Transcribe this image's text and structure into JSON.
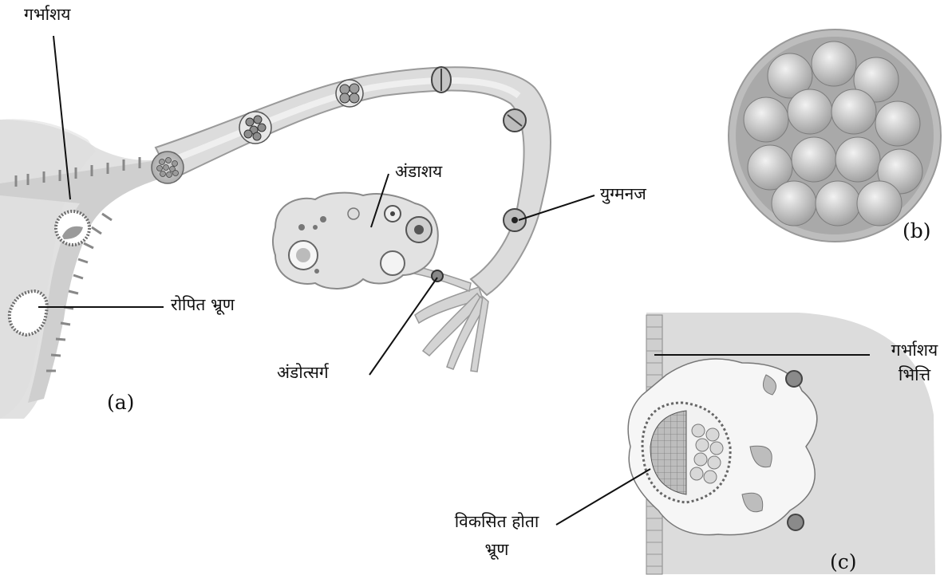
{
  "labels": {
    "uterus_top": "गर्भाशय",
    "implanted_embryo": "रोपित भ्रूण",
    "ovary": "अंडाशय",
    "zygote": "युग्मनज",
    "ovulation": "अंडोत्सर्ग",
    "uterine_wall_line1": "गर्भाशय",
    "uterine_wall_line2": "भित्ति",
    "developing_embryo_line1": "विकसित होता",
    "developing_embryo_line2": "भ्रूण"
  },
  "panels": {
    "a": "(a)",
    "b": "(b)",
    "c": "(c)"
  },
  "colors": {
    "ink": "#111111",
    "tissue_light": "#e4e4e4",
    "tissue_mid": "#c9c9c9",
    "tissue_dark": "#6f6f6f"
  }
}
